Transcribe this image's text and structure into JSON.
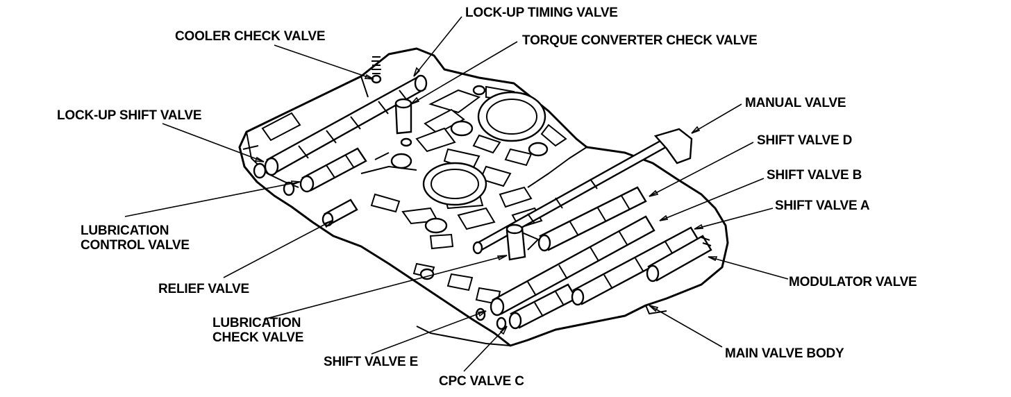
{
  "labels": {
    "lockup_timing_valve": "LOCK-UP TIMING VALVE",
    "cooler_check_valve": "COOLER CHECK VALVE",
    "torque_converter_check_valve": "TORQUE CONVERTER CHECK VALVE",
    "lockup_shift_valve": "LOCK-UP SHIFT VALVE",
    "manual_valve": "MANUAL VALVE",
    "shift_valve_d": "SHIFT VALVE D",
    "shift_valve_b": "SHIFT VALVE B",
    "shift_valve_a": "SHIFT VALVE A",
    "lubrication_control_valve_1": "LUBRICATION",
    "lubrication_control_valve_2": "CONTROL VALVE",
    "modulator_valve": "MODULATOR VALVE",
    "relief_valve": "RELIEF VALVE",
    "lubrication_check_valve_1": "LUBRICATION",
    "lubrication_check_valve_2": "CHECK VALVE",
    "main_valve_body": "MAIN VALVE BODY",
    "shift_valve_e": "SHIFT VALVE E",
    "cpc_valve_c": "CPC VALVE C"
  }
}
